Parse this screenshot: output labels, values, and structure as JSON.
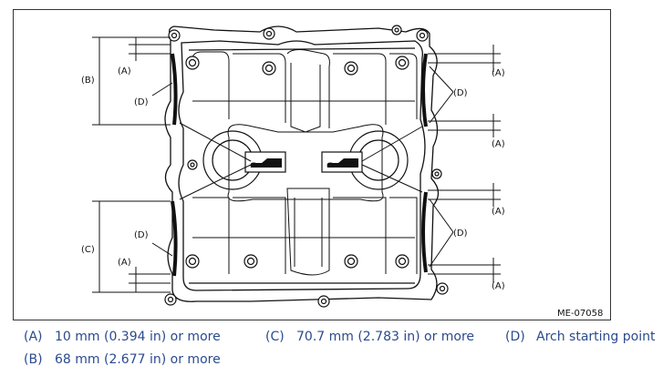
{
  "diagram": {
    "figure_code": "ME-07058",
    "callouts": {
      "a": "(A)",
      "b": "(B)",
      "c": "(C)",
      "d": "(D)"
    }
  },
  "legend": [
    {
      "key": "(A)",
      "text": "10 mm (0.394 in) or more"
    },
    {
      "key": "(B)",
      "text": "68 mm (2.677 in) or more"
    },
    {
      "key": "(C)",
      "text": "70.7 mm (2.783 in) or more"
    },
    {
      "key": "(D)",
      "text": "Arch starting point"
    }
  ],
  "colors": {
    "legend_text": "#2b4a8e",
    "line": "#111111",
    "sealant": "#111111"
  },
  "icons": [
    "sealant-tube-icon"
  ]
}
